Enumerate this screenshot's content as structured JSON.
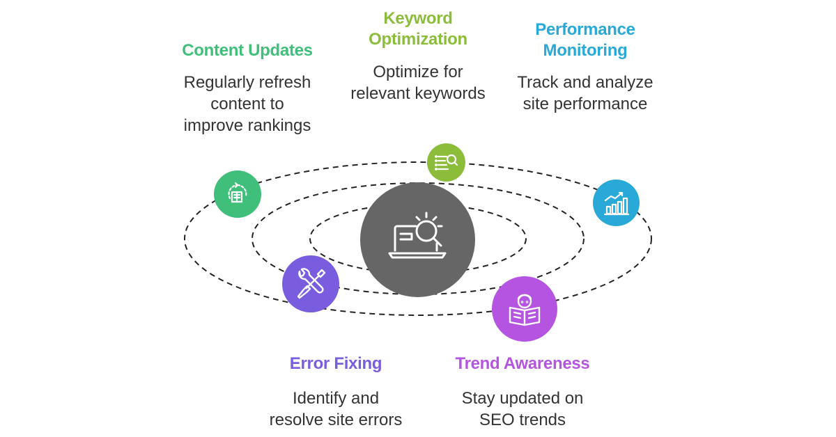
{
  "colors": {
    "content_updates": "#3fbf7a",
    "keyword_optimization": "#8bbd3a",
    "performance_monitoring": "#29a9d8",
    "error_fixing": "#7a5cde",
    "trend_awareness": "#b454e0",
    "center": "#666666",
    "orbit": "#222222"
  },
  "center": {
    "icon": "seo-laptop-magnifier-icon"
  },
  "items": {
    "content_updates": {
      "title": "Content Updates",
      "desc_lines": [
        "Regularly refresh",
        "content to",
        "improve rankings"
      ],
      "icon": "refresh-document-icon"
    },
    "keyword_optimization": {
      "title_lines": [
        "Keyword",
        "Optimization"
      ],
      "desc_lines": [
        "Optimize for",
        "relevant keywords"
      ],
      "icon": "keyword-list-search-icon"
    },
    "performance_monitoring": {
      "title_lines": [
        "Performance",
        "Monitoring"
      ],
      "desc_lines": [
        "Track and analyze",
        "site performance"
      ],
      "icon": "bar-chart-trend-icon"
    },
    "error_fixing": {
      "title": "Error Fixing",
      "desc_lines": [
        "Identify and",
        "resolve site errors"
      ],
      "icon": "wrench-screwdriver-icon"
    },
    "trend_awareness": {
      "title": "Trend Awareness",
      "desc_lines": [
        "Stay updated on",
        "SEO trends"
      ],
      "icon": "person-reading-icon"
    }
  }
}
